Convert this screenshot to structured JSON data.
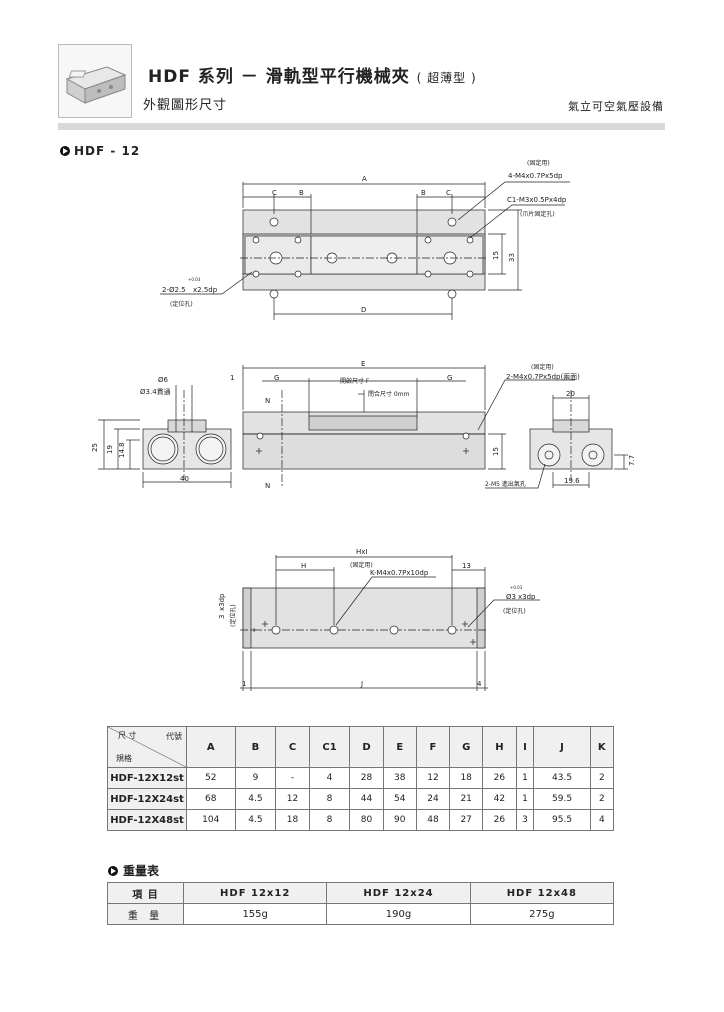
{
  "header": {
    "title_main": "HDF 系列 － 滑軌型平行機械夾",
    "title_paren": "( 超薄型 )",
    "subtitle": "外觀圖形尺寸",
    "company": "氣立可空氣壓設備"
  },
  "section": {
    "label": "HDF - 12"
  },
  "drawing1": {
    "A": "A",
    "B": "B",
    "C": "C",
    "D": "D",
    "fix_note": "(固定用)",
    "fix_thread": "4-M4x0.7Px5dp",
    "claw_thread": "C1-M3x0.5Px4dp",
    "claw_note": "(爪片固定孔)",
    "pin_hole": "2-Ø2.5",
    "pin_depth": "x2.5dp",
    "pin_tol": "+0.03",
    "pin_note": "(定位孔)",
    "dim15": "15",
    "dim33": "33"
  },
  "drawing2": {
    "d6": "Ø6",
    "d34": "Ø3.4貫通",
    "h25": "25",
    "h19": "19",
    "h148": "14.8",
    "w40": "40",
    "E": "E",
    "one": "1",
    "G": "G",
    "open_label": "開啟尺寸 F",
    "close_label": "閉合尺寸 0mm",
    "N": "N",
    "h15": "15",
    "fix_note": "(固定用)",
    "fix_thread": "2-M4x0.7Px5dp(兩面)",
    "w20": "20",
    "w196": "19.6",
    "h77": "7.7",
    "exhaust": "2-M5 進出氣孔"
  },
  "drawing3": {
    "HxI": "HxI",
    "H": "H",
    "fix_note": "(固定用)",
    "K_thread": "K-M4x0.7Px10dp",
    "w13": "13",
    "d3": "Ø3",
    "d3_depth": "x3dp",
    "d3_tol": "+0.03",
    "d3_note": "(定位孔)",
    "left_label": "3",
    "left_depth": "x3dp",
    "left_note": "(定位孔)",
    "one": "1",
    "J": "J",
    "four": "4"
  },
  "dim_table": {
    "corner_size": "尺",
    "corner_cun": "寸",
    "corner_code": "代號",
    "corner_spec": "規格",
    "headers": [
      "A",
      "B",
      "C",
      "C1",
      "D",
      "E",
      "F",
      "G",
      "H",
      "I",
      "J",
      "K"
    ],
    "rows": [
      {
        "model": "HDF-12X12st",
        "values": [
          "52",
          "9",
          "-",
          "4",
          "28",
          "38",
          "12",
          "18",
          "26",
          "1",
          "43.5",
          "2"
        ]
      },
      {
        "model": "HDF-12X24st",
        "values": [
          "68",
          "4.5",
          "12",
          "8",
          "44",
          "54",
          "24",
          "21",
          "42",
          "1",
          "59.5",
          "2"
        ]
      },
      {
        "model": "HDF-12X48st",
        "values": [
          "104",
          "4.5",
          "18",
          "8",
          "80",
          "90",
          "48",
          "27",
          "26",
          "3",
          "95.5",
          "4"
        ]
      }
    ]
  },
  "weight": {
    "title": "重量表",
    "item_label": "項 目",
    "weight_label": "重 量",
    "models": [
      "HDF 12x12",
      "HDF 12x24",
      "HDF 12x48"
    ],
    "values": [
      "155g",
      "190g",
      "275g"
    ]
  }
}
